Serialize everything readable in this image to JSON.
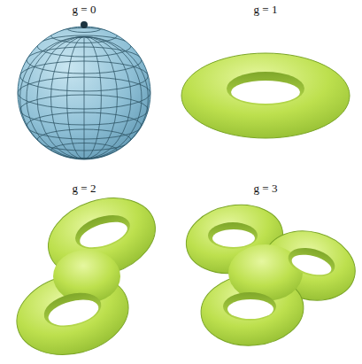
{
  "diagram": {
    "labels": [
      "g = 0",
      "g = 1",
      "g = 2",
      "g = 3"
    ]
  }
}
